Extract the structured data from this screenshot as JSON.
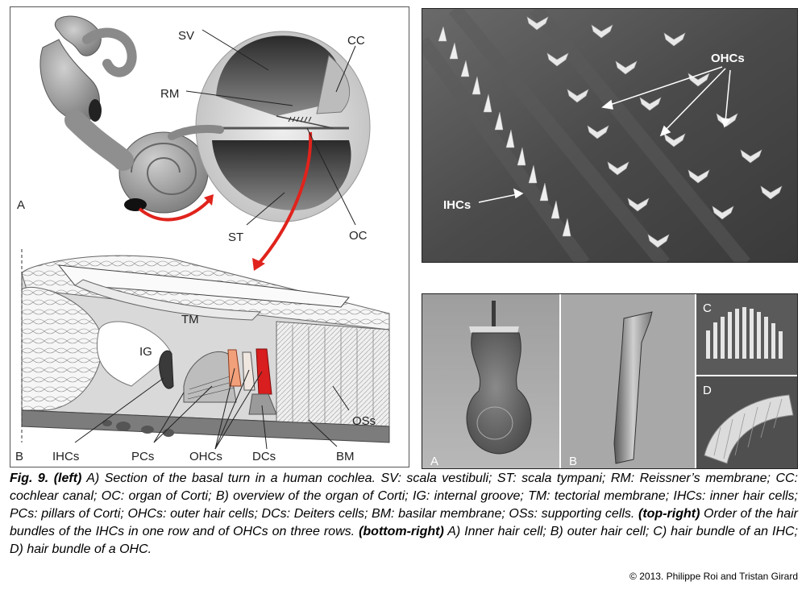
{
  "left_panel": {
    "labels": {
      "SV": "SV",
      "CC": "CC",
      "RM": "RM",
      "ST": "ST",
      "OC": "OC",
      "A": "A",
      "TM": "TM",
      "IG": "IG",
      "OSs": "OSs",
      "B": "B",
      "IHCs": "IHCs",
      "PCs": "PCs",
      "OHCs": "OHCs",
      "DCs": "DCs",
      "BM": "BM"
    }
  },
  "top_right_panel": {
    "labels": {
      "OHCs": "OHCs",
      "IHCs": "IHCs"
    }
  },
  "bottom_right_panel": {
    "labels": {
      "A": "A",
      "B": "B",
      "C": "C",
      "D": "D"
    }
  },
  "caption": {
    "fig_label": "Fig. 9.",
    "left_head": "(left)",
    "left_text": " A) Section of the basal turn in a human cochlea. SV: scala vestibuli; ST: scala tympani; RM: Reissner’s membrane; CC: cochlear canal; OC: organ of Corti; B) overview of the organ of Corti; IG: internal groove; TM: tectorial membrane; IHCs: inner hair cells; PCs: pillars of Corti; OHCs: outer hair cells; DCs: Deiters cells; BM: basilar membrane; OSs: supporting cells. ",
    "top_right_head": "(top-right)",
    "top_right_text": " Order of the hair bundles of the IHCs in one row and of OHCs on three rows. ",
    "bottom_right_head": "(bottom-right)",
    "bottom_right_text": " A) Inner hair cell; B) outer hair cell; C) hair bundle of an IHC; D) hair bundle of a OHC."
  },
  "copyright": "© 2013. Philippe Roi and Tristan Girard",
  "colors": {
    "arrow_red": "#e0231c",
    "ohc_red": "#d81e1e",
    "ihc_salmon": "#f2a07a"
  }
}
